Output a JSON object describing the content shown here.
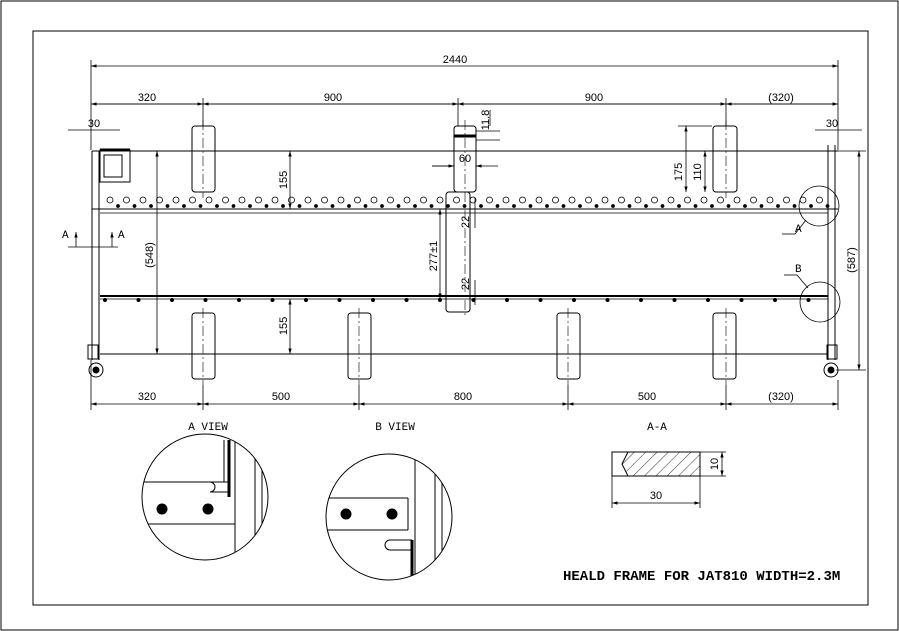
{
  "dims": {
    "overall": "2440",
    "top_left": "320",
    "top_mid1": "900",
    "top_mid2": "900",
    "top_right": "(320)",
    "left_30": "30",
    "right_30": "30",
    "d_11_8": "11.8",
    "d_60": "60",
    "d_175": "175",
    "d_110": "110",
    "d_155_top": "155",
    "d_155_bot": "155",
    "d_548": "(548)",
    "d_587": "(587)",
    "d_277": "277±1",
    "d_22_top": "22",
    "d_22_bot": "22",
    "bot_320": "320",
    "bot_500a": "500",
    "bot_800": "800",
    "bot_500b": "500",
    "bot_right": "(320)",
    "aa_30": "30",
    "aa_10": "10"
  },
  "labels": {
    "section_a_left": "A",
    "section_a_right": "A",
    "callout_a": "A",
    "callout_b": "B",
    "a_view": "A VIEW",
    "b_view": "B VIEW",
    "aa": "A-A"
  },
  "title": "HEALD FRAME FOR JAT810 WIDTH=2.3M"
}
